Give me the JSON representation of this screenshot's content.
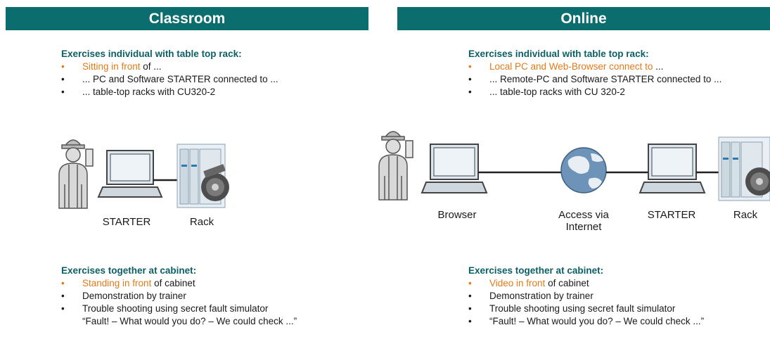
{
  "classroom": {
    "title": "Classroom",
    "individual": {
      "heading": "Exercises individual with table top rack:",
      "items": [
        {
          "highlight": "Sitting in front",
          "rest": " of ..."
        },
        {
          "highlight": "",
          "rest": "... PC and Software STARTER connected to ..."
        },
        {
          "highlight": "",
          "rest": "... table-top racks with CU320-2"
        }
      ]
    },
    "diagram": {
      "labels": [
        "STARTER",
        "Rack"
      ]
    },
    "together": {
      "heading": "Exercises together at cabinet:",
      "items": [
        {
          "highlight": "Standing in front",
          "rest": " of cabinet"
        },
        {
          "highlight": "",
          "rest": "Demonstration by trainer"
        },
        {
          "highlight": "",
          "rest": "Trouble shooting using secret fault simulator"
        }
      ],
      "continuation": "“Fault! – What would you do? – We could check ...”"
    }
  },
  "online": {
    "title": "Online",
    "individual": {
      "heading": "Exercises individual with table top rack:",
      "items": [
        {
          "highlight": "Local PC and Web-Browser connect to",
          "rest": " ..."
        },
        {
          "highlight": "",
          "rest": "... Remote-PC and Software STARTER connected to ..."
        },
        {
          "highlight": "",
          "rest": "... table-top racks with CU 320-2"
        }
      ]
    },
    "diagram": {
      "labels": [
        "Browser",
        "Access via Internet",
        "STARTER",
        "Rack"
      ]
    },
    "together": {
      "heading": "Exercises together at cabinet:",
      "items": [
        {
          "highlight": "Video in front",
          "rest": " of cabinet"
        },
        {
          "highlight": "",
          "rest": "Demonstration by trainer"
        },
        {
          "highlight": "",
          "rest": "Trouble shooting using secret fault simulator"
        },
        {
          "highlight": "",
          "rest": "“Fault! – What would you do? – We could check ...”"
        }
      ]
    }
  },
  "colors": {
    "header": "#0b6d6d",
    "heading_text": "#0b5f66",
    "highlight": "#e07b1a"
  }
}
